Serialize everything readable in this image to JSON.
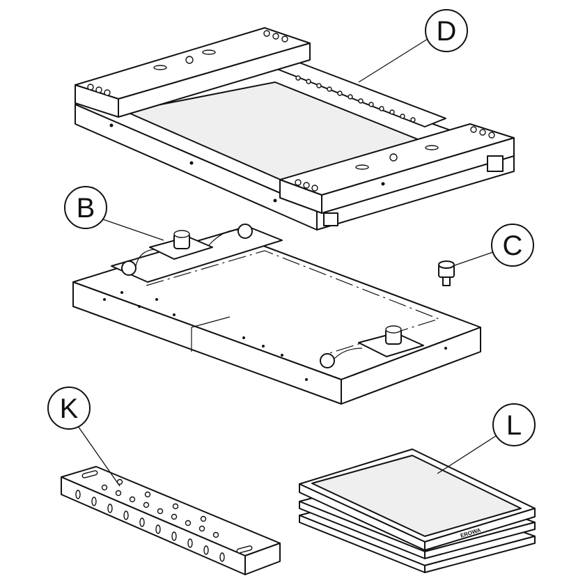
{
  "callouts": {
    "d": "D",
    "b": "B",
    "c": "C",
    "k": "K",
    "l": "L"
  },
  "tray_brand": "EROWA"
}
